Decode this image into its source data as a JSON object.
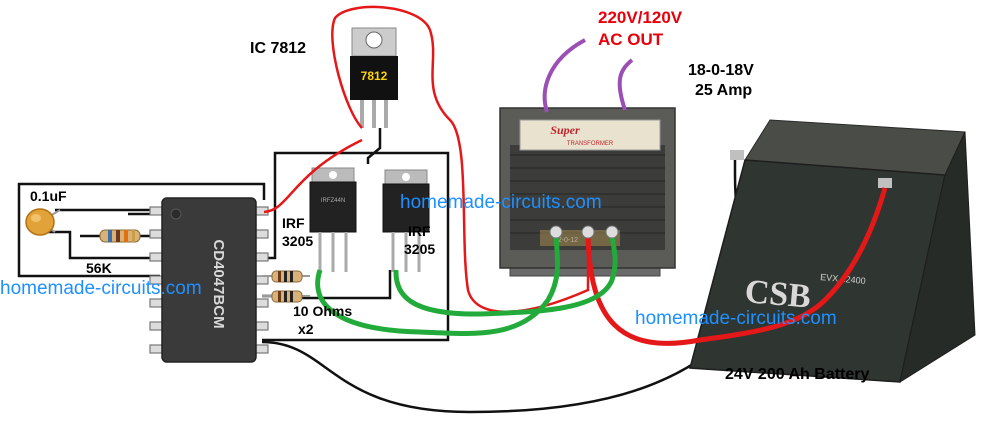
{
  "labels": {
    "ic_7812": "IC 7812",
    "ic_7812_marking": "7812",
    "ac_out_line1": "220V/120V",
    "ac_out_line2": "AC OUT",
    "transformer_spec_line1": "18-0-18V",
    "transformer_spec_line2": "25 Amp",
    "capacitor": "0.1uF",
    "resistor_56k": "56K",
    "mosfet1_line1": "IRF",
    "mosfet1_line2": "3205",
    "mosfet2_line1": "IRF",
    "mosfet2_line2": "3205",
    "gate_resistors_line1": "10 Ohms",
    "gate_resistors_line2": "x2",
    "battery": "24V 200 Ah Battery",
    "ic_chip_marking": "CD4047BCM",
    "transformer_brand": "Super",
    "transformer_sub": "TRANSFORMER",
    "transformer_tap": "12-0-12",
    "battery_brand": "CSB",
    "battery_model": "EVX 12400"
  },
  "watermarks": [
    "homemade-circuits.com",
    "homemade-circuits.com",
    "homemade-circuits.com"
  ],
  "colors": {
    "accent_red": "#e8000b",
    "wire_red": "#e41818",
    "wire_green": "#22aa3a",
    "wire_purple": "#9b4fb5",
    "wire_black": "#111111",
    "watermark_blue": "#1e90ff"
  }
}
